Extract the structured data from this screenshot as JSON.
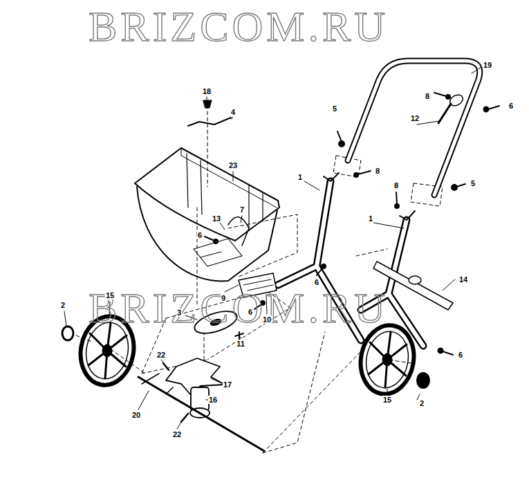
{
  "diagram": {
    "labels": [
      "BRIZCOM.RU",
      "BRIZCOM.RU",
      "19",
      "18",
      "8",
      "6",
      "5",
      "4",
      "12",
      "23",
      "8",
      "1",
      "5",
      "8",
      "7",
      "13",
      "1",
      "6",
      "14",
      "6",
      "15",
      "9",
      "2",
      "6",
      "3",
      "10",
      "11",
      "6",
      "22",
      "17",
      "15",
      "16",
      "2",
      "20",
      "22"
    ]
  }
}
